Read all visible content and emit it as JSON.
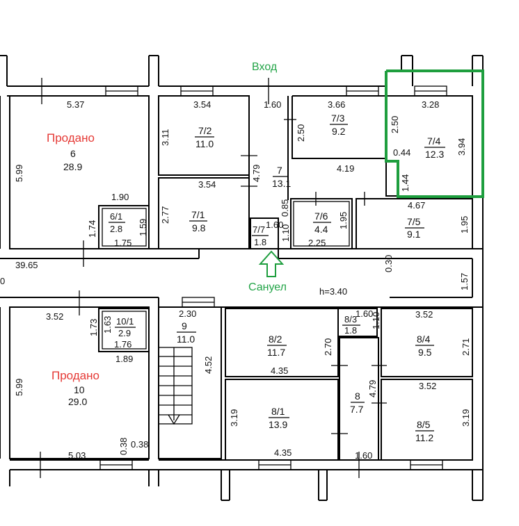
{
  "labels": {
    "entrance": "Вход",
    "sanuzel": "Сануел",
    "sold": "Продано",
    "height": "h=3.40",
    "total_length": "39.65",
    "left_cut": "0"
  },
  "rooms": {
    "r6": {
      "num": "6",
      "area": "28.9"
    },
    "r61": {
      "num": "6/1",
      "area": "2.8"
    },
    "r72": {
      "num": "7/2",
      "area": "11.0"
    },
    "r71": {
      "num": "7/1",
      "area": "9.8"
    },
    "r7": {
      "num": "7",
      "area": "13.1"
    },
    "r73": {
      "num": "7/3",
      "area": "9.2"
    },
    "r74": {
      "num": "7/4",
      "area": "12.3"
    },
    "r77": {
      "num": "7/7",
      "area": "1.8"
    },
    "r76": {
      "num": "7/6",
      "area": "4.4"
    },
    "r75": {
      "num": "7/5",
      "area": "9.1"
    },
    "r10": {
      "num": "10",
      "area": "29.0"
    },
    "r101": {
      "num": "10/1",
      "area": "2.9"
    },
    "r9": {
      "num": "9",
      "area": "11.0"
    },
    "r82": {
      "num": "8/2",
      "area": "11.7"
    },
    "r83": {
      "num": "8/3",
      "area": "1.8"
    },
    "r81": {
      "num": "8/1",
      "area": "13.9"
    },
    "r8": {
      "num": "8",
      "area": "7.7"
    },
    "r84": {
      "num": "8/4",
      "area": "9.5"
    },
    "r85": {
      "num": "8/5",
      "area": "11.2"
    }
  },
  "dims": {
    "d537": "5.37",
    "d599a": "5.99",
    "d190": "1.90",
    "d174": "1.74",
    "d159": "1.59",
    "d175": "1.75",
    "d354a": "3.54",
    "d311": "3.11",
    "d354b": "3.54",
    "d277": "2.77",
    "d160a": "1.60",
    "d479a": "4.79",
    "d085": "0.85",
    "d160b": "1.60",
    "d110a": "1.10",
    "d366": "3.66",
    "d250a": "2.50",
    "d419": "4.19",
    "d328": "3.28",
    "d250b": "2.50",
    "d044": "0.44",
    "d394": "3.94",
    "d144": "1.44",
    "d195a": "1.95",
    "d225": "2.25",
    "d467": "4.67",
    "d195b": "1.95",
    "d030": "0.30",
    "d157": "1.57",
    "d352a": "3.52",
    "d173": "1.73",
    "d163": "1.63",
    "d176": "1.76",
    "d189": "1.89",
    "d599b": "5.99",
    "d503": "5.03",
    "d038a": "0.38",
    "d038b": "0.38",
    "d230": "2.30",
    "d452": "4.52",
    "d270": "2.70",
    "d435a": "4.35",
    "d319a": "3.19",
    "d435b": "4.35",
    "d160c": "1.60",
    "d110b": "1.10",
    "d479b": "4.79",
    "d160d": "1.60",
    "d352b": "3.52",
    "d271": "2.71",
    "d352c": "3.52",
    "d319b": "3.19"
  },
  "colors": {
    "sold": "#e53935",
    "highlight": "#1e9e3e"
  }
}
